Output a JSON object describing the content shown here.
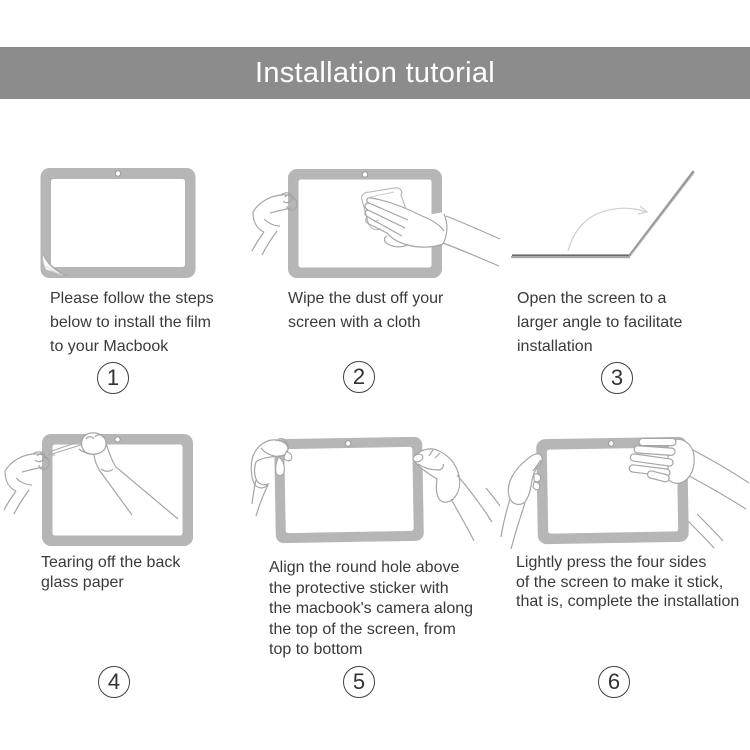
{
  "banner": {
    "title": "Installation tutorial",
    "bg_color": "#8c8c8c",
    "text_color": "#ffffff"
  },
  "steps": [
    {
      "number": "1",
      "icon": "macbook-film-peel-icon",
      "caption": "Please follow the steps\nbelow to install the film\nto your Macbook"
    },
    {
      "number": "2",
      "icon": "wipe-screen-cloth-icon",
      "caption": "Wipe the dust off your\nscreen with a cloth"
    },
    {
      "number": "3",
      "icon": "open-laptop-angle-icon",
      "caption": "Open the screen to a\nlarger angle to facilitate\ninstallation"
    },
    {
      "number": "4",
      "icon": "tear-back-paper-icon",
      "caption": "Tearing off the back\nglass paper"
    },
    {
      "number": "5",
      "icon": "align-film-camera-icon",
      "caption": "Align the round hole above\nthe protective sticker with\nthe macbook's camera along\nthe top of the screen, from\ntop to bottom"
    },
    {
      "number": "6",
      "icon": "press-four-sides-icon",
      "caption": "Lightly press the four sides\nof the screen to make it stick,\nthat is, complete the installation"
    }
  ]
}
